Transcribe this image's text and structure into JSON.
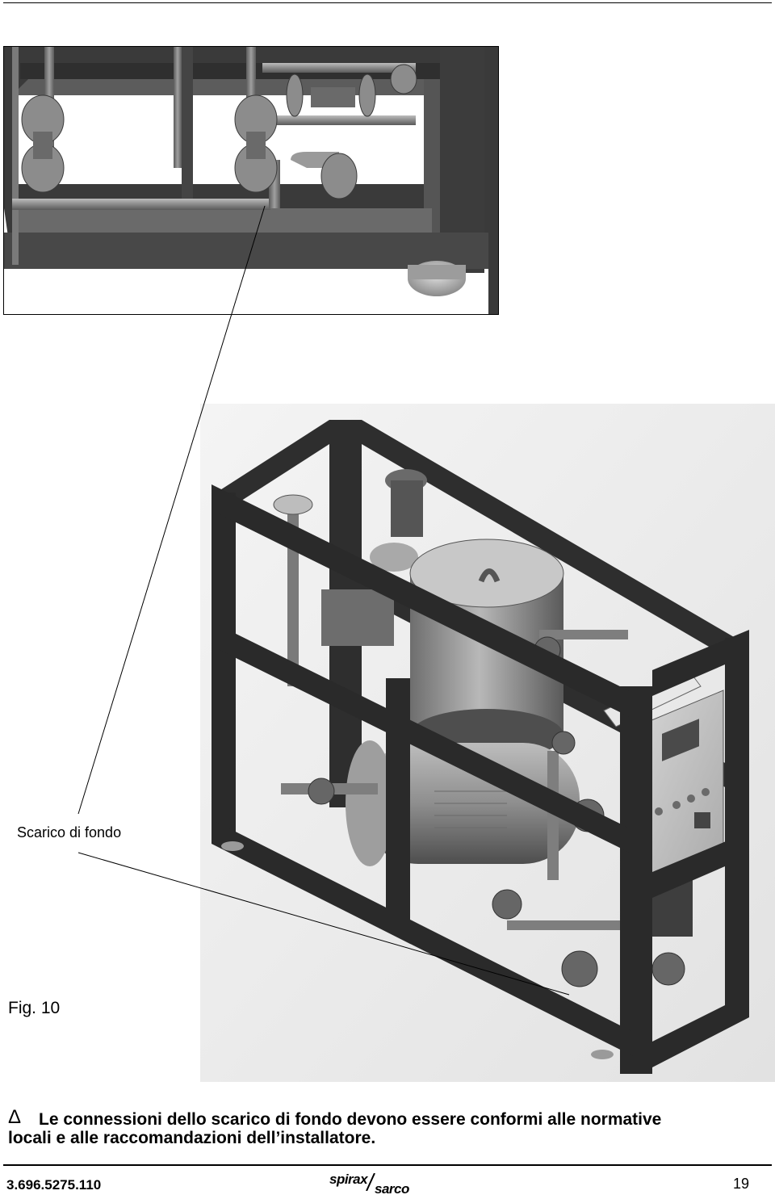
{
  "figure": {
    "callout_label": "Scarico di fondo",
    "fig_label": "Fig. 10"
  },
  "note": {
    "symbol": "Δ",
    "line1": "Le connessioni dello scarico di fondo devono essere conformi alle normative",
    "line2": "locali e alle raccomandazioni dell’installatore."
  },
  "footer": {
    "doc_code": "3.696.5275.110",
    "logo_top": "spirax",
    "logo_bottom": "sarco",
    "page_number": "19"
  }
}
